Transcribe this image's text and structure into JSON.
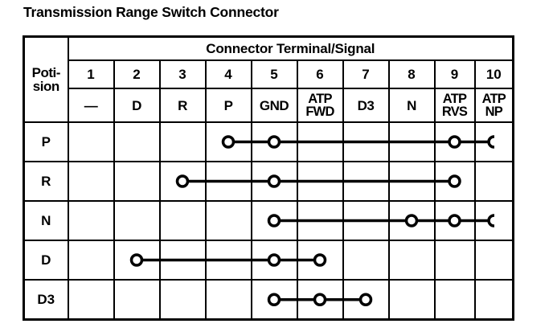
{
  "title": "Transmission Range Switch Connector",
  "table": {
    "position_header": "Poti-\nsion",
    "position_header_line1": "Poti-",
    "position_header_line2": "sion",
    "span_header": "Connector Terminal/Signal",
    "terminal_numbers": [
      "1",
      "2",
      "3",
      "4",
      "5",
      "6",
      "7",
      "8",
      "9",
      "10"
    ],
    "signals": [
      {
        "text": "—",
        "line1": "—",
        "line2": ""
      },
      {
        "text": "D",
        "line1": "D",
        "line2": ""
      },
      {
        "text": "R",
        "line1": "R",
        "line2": ""
      },
      {
        "text": "P",
        "line1": "P",
        "line2": ""
      },
      {
        "text": "GND",
        "line1": "GND",
        "line2": ""
      },
      {
        "text": "ATP FWD",
        "line1": "ATP",
        "line2": "FWD"
      },
      {
        "text": "D3",
        "line1": "D3",
        "line2": ""
      },
      {
        "text": "N",
        "line1": "N",
        "line2": ""
      },
      {
        "text": "ATP RVS",
        "line1": "ATP",
        "line2": "RVS"
      },
      {
        "text": "ATP NP",
        "line1": "ATP",
        "line2": "NP"
      }
    ],
    "rows": [
      {
        "position": "P",
        "connected_terminals": [
          4,
          5,
          9,
          10
        ]
      },
      {
        "position": "R",
        "connected_terminals": [
          3,
          5,
          9
        ]
      },
      {
        "position": "N",
        "connected_terminals": [
          5,
          8,
          9,
          10
        ]
      },
      {
        "position": "D",
        "connected_terminals": [
          2,
          5,
          6
        ]
      },
      {
        "position": "D3",
        "connected_terminals": [
          5,
          6,
          7
        ]
      }
    ]
  },
  "chart_data": {
    "type": "table",
    "title": "Transmission Range Switch Connector",
    "xlabel": "Connector Terminal/Signal",
    "ylabel": "Position",
    "categories": [
      "1",
      "2",
      "3",
      "4",
      "5",
      "6",
      "7",
      "8",
      "9",
      "10"
    ],
    "signal_names": [
      "—",
      "D",
      "R",
      "P",
      "GND",
      "ATP FWD",
      "D3",
      "N",
      "ATP RVS",
      "ATP NP"
    ],
    "series": [
      {
        "name": "P",
        "values": [
          0,
          0,
          0,
          1,
          1,
          0,
          0,
          0,
          1,
          1
        ]
      },
      {
        "name": "R",
        "values": [
          0,
          0,
          1,
          0,
          1,
          0,
          0,
          0,
          1,
          0
        ]
      },
      {
        "name": "N",
        "values": [
          0,
          0,
          0,
          0,
          1,
          0,
          0,
          1,
          1,
          1
        ]
      },
      {
        "name": "D",
        "values": [
          0,
          1,
          0,
          0,
          1,
          1,
          0,
          0,
          0,
          0
        ]
      },
      {
        "name": "D3",
        "values": [
          0,
          0,
          0,
          0,
          1,
          1,
          1,
          0,
          0,
          0
        ]
      }
    ],
    "legend": "Open circles mark connected terminals; horizontal line shows continuity between them.",
    "grid": true
  },
  "colors": {
    "ink": "#000000",
    "paper": "#ffffff"
  }
}
